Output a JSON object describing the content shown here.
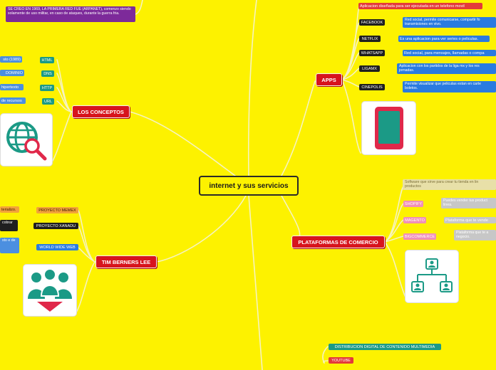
{
  "central": {
    "label": "internet y sus servicios"
  },
  "top_left_note": {
    "text": "SE CREO EN 1969, LA PRIMERA RED FUE (ARPANET), comenzo siendo solamente de uso militar, en caso de ataques, durante la guerra fria."
  },
  "los_conceptos": {
    "label": "LOS CONCEPTOS",
    "items": [
      {
        "tag": "HTML",
        "desc": "sto (1989)"
      },
      {
        "tag": "DNS",
        "desc": "DOMINIO"
      },
      {
        "tag": "HTTP",
        "desc": "hipertexto"
      },
      {
        "tag": "URL",
        "desc": "de recursos"
      }
    ],
    "image_icon": "globe-search-icon"
  },
  "tim_berners_lee": {
    "label": "TIM BERNERS LEE",
    "items": [
      {
        "tag": "PROYECTO MEMEX",
        "desc": "terializo."
      },
      {
        "tag": "PROYECTO XANADU",
        "desc": "cobrar"
      },
      {
        "tag": "WORLD WIDE WEB",
        "desc": "sto e de"
      }
    ],
    "image_icon": "team-people-icon"
  },
  "apps": {
    "label": "APPS",
    "intro": "Aplicacion diseñada para ser ejecutada en un telefono movil",
    "items": [
      {
        "tag": "FACEBOOK",
        "desc": "Red social, permite comunicarse, compartir fo transmisiones en vivo."
      },
      {
        "tag": "NETFLIX",
        "desc": "Es una aplicacion para ver series o peliculas."
      },
      {
        "tag": "WHATSAPP",
        "desc": "Red social, para mensajes, llamadas o compa"
      },
      {
        "tag": "LIGAMX",
        "desc": "Aplicacion con los partidos de la liga mx y los res jornadas."
      },
      {
        "tag": "CINEPOLIS",
        "desc": "Permite visualizar que peliculas estan en carte boletos."
      }
    ],
    "image_icon": "smartphone-icon"
  },
  "plataformas": {
    "label": "PLATAFORMAS DE COMERCIO",
    "intro": "Software que sirve para crear tu tienda en lin productos",
    "items": [
      {
        "tag": "SHOPIFY",
        "desc": "Puedes vender tus product linea."
      },
      {
        "tag": "MAGENTO",
        "desc": "Plataforma que te vende"
      },
      {
        "tag": "BIGCOMMERCE",
        "desc": "Plataforma que te a negocio."
      }
    ],
    "image_icon": "org-chart-icon"
  },
  "bottom": {
    "intro": "DISTRIBUCION DIGITAL DE CONTENIDO MULTIMEDIA",
    "items": [
      {
        "tag": "YOUTUBE"
      }
    ]
  },
  "colors": {
    "background": "#fdf200",
    "main_node": "#d7141d",
    "lines": "#f4f4c8"
  }
}
